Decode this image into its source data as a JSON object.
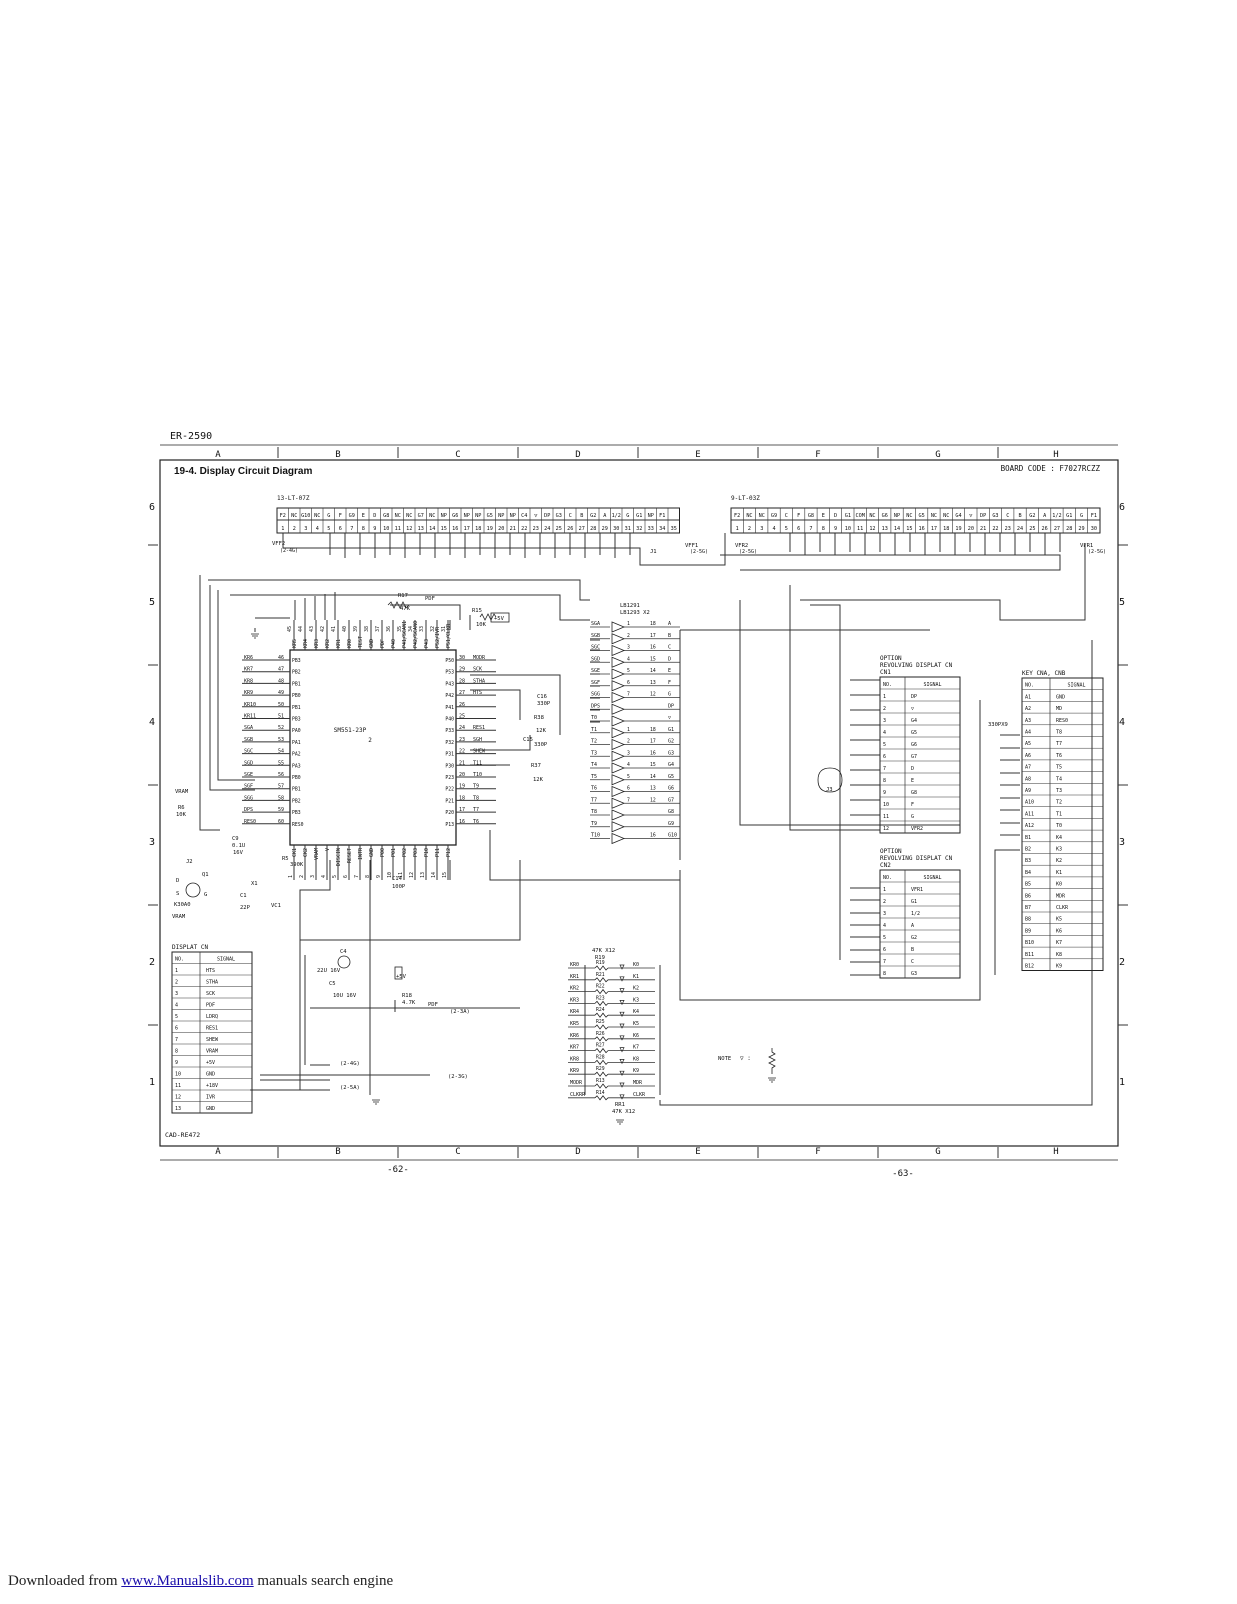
{
  "doc": {
    "model": "ER-2590",
    "title": "19-4. Display Circuit Diagram",
    "board_code": "BOARD CODE : F7027RCZZ",
    "cad_no": "CAD-RE472",
    "page_left": "-62-",
    "page_right": "-63-"
  },
  "grid": {
    "cols": [
      "A",
      "B",
      "C",
      "D",
      "E",
      "F",
      "G",
      "H"
    ],
    "rows": [
      "6",
      "5",
      "4",
      "3",
      "2",
      "1"
    ]
  },
  "vfd_left": {
    "label": "13-LT-07Z",
    "signals": [
      "F2",
      "NC",
      "G10",
      "NC",
      "G",
      "F",
      "G9",
      "E",
      "D",
      "G8",
      "NC",
      "NC",
      "G7",
      "NC",
      "NP",
      "G6",
      "NP",
      "NP",
      "G5",
      "NP",
      "NP",
      "C4",
      "▽",
      "DP",
      "G3",
      "C",
      "B",
      "G2",
      "A",
      "1/2",
      "G",
      "G1",
      "NP",
      "F1"
    ],
    "pins": [
      "1",
      "2",
      "3",
      "4",
      "5",
      "6",
      "7",
      "8",
      "9",
      "10",
      "11",
      "12",
      "13",
      "14",
      "15",
      "16",
      "17",
      "18",
      "19",
      "20",
      "21",
      "22",
      "23",
      "24",
      "25",
      "26",
      "27",
      "28",
      "29",
      "30",
      "31",
      "32",
      "33",
      "34",
      "35"
    ],
    "vff2": "VFF2",
    "vff2_ref": "(2-4G)",
    "vff1": "VFF1",
    "vff1_ref": "(2-5G)",
    "jumper": "J1"
  },
  "vfd_right": {
    "label": "9-LT-03Z",
    "signals": [
      "F2",
      "NC",
      "NC",
      "G9",
      "C",
      "F",
      "G8",
      "E",
      "D",
      "G1",
      "COM",
      "NC",
      "G6",
      "NP",
      "NC",
      "G5",
      "NC",
      "NC",
      "G4",
      "▽",
      "DP",
      "G3",
      "C",
      "B",
      "G2",
      "A",
      "1/2",
      "G1",
      "G",
      "F1"
    ],
    "pins": [
      "1",
      "2",
      "3",
      "4",
      "5",
      "6",
      "7",
      "8",
      "9",
      "10",
      "11",
      "12",
      "13",
      "14",
      "15",
      "16",
      "17",
      "18",
      "19",
      "20",
      "21",
      "22",
      "23",
      "24",
      "25",
      "26",
      "27",
      "28",
      "29",
      "30"
    ],
    "vfr2": "VFR2",
    "vfr2_ref": "(2-5G)",
    "vfr1": "VFR1",
    "vfr1_ref": "(2-5G)"
  },
  "ic": {
    "name": "SM551-23P",
    "ref": "2",
    "top_pins": [
      "KR5",
      "KR4",
      "KR3",
      "KR2",
      "KR1",
      "KR0",
      "TEST",
      "GND",
      "PDF",
      "P40",
      "P41/SCAN1",
      "P42/SCAN0",
      "P43",
      "P52/IVR",
      "P51/CLKR"
    ],
    "top_nums": [
      "45",
      "44",
      "43",
      "42",
      "41",
      "40",
      "39",
      "38",
      "37",
      "36",
      "35",
      "34",
      "33",
      "32",
      "31"
    ],
    "left_ext": [
      "KR6",
      "KR7",
      "KR8",
      "KR9",
      "KR10",
      "KR11",
      "SGA",
      "SGB",
      "SGC",
      "SGD",
      "SGE",
      "SGF",
      "SGG",
      "DPS",
      "RES0"
    ],
    "left_port": [
      "PB3",
      "PB2",
      "PB1",
      "PB0",
      "PB1",
      "PB3",
      "PA0",
      "PA1",
      "PA2",
      "PA3",
      "PB0",
      "PB1",
      "PB2",
      "PB3",
      "RES0"
    ],
    "left_nums": [
      "46",
      "47",
      "48",
      "49",
      "50",
      "51",
      "52",
      "53",
      "54",
      "55",
      "56",
      "57",
      "58",
      "59",
      "60"
    ],
    "right_port": [
      "P50",
      "P53",
      "P43",
      "P42",
      "P41",
      "P40",
      "P33",
      "P32",
      "P31",
      "P30",
      "P23",
      "P22",
      "P21",
      "P20",
      "P13"
    ],
    "right_nums": [
      "30",
      "29",
      "28",
      "27",
      "26",
      "25",
      "24",
      "23",
      "22",
      "21",
      "20",
      "19",
      "18",
      "17",
      "16"
    ],
    "right_ext": [
      "MODR",
      "SCK",
      "STHA",
      "HTS",
      "",
      "",
      "RES1",
      "SGH",
      "SHEW",
      "T11",
      "T10",
      "T9",
      "T8",
      "T7",
      "T6"
    ],
    "bottom_pins": [
      "CK1",
      "CK2",
      "VRAM",
      "V",
      "DISCIN",
      "RESET",
      "INTR",
      "GND",
      "P00",
      "P01",
      "P02",
      "P03",
      "P10",
      "P11",
      "P12"
    ],
    "bottom_nums": [
      "1",
      "2",
      "3",
      "4",
      "5",
      "6",
      "7",
      "8",
      "9",
      "10",
      "11",
      "12",
      "13",
      "14",
      "15"
    ]
  },
  "parts": {
    "r17": "R17",
    "r17_val": "47K",
    "r17_sig": "PDF",
    "r15": "R15",
    "r15_val": "10K",
    "plus5v": "+5V",
    "c16": "C16",
    "c16_val": "330P",
    "r38": "R38",
    "r38_val": "12K",
    "c15": "C15",
    "c15_val": "330P",
    "r37": "R37",
    "r37_val": "12K",
    "vram": "VRAM",
    "r6": "R6",
    "r6_val": "10K",
    "c9": "C9",
    "c9_val": "0.1U",
    "c9_v": "16V",
    "j2": "J2",
    "q1": "Q1",
    "q1_type": "K30A0",
    "q1_d": "D",
    "q1_s": "S",
    "q1_g": "G",
    "vram2": "VRAM",
    "x1": "X1",
    "c1": "C1",
    "c1_val": "22P",
    "vc1": "VC1",
    "r5": "R5",
    "r5_val": "390K",
    "c14": "C14",
    "c14_val": "100P",
    "c4": "C4",
    "c4_val": "22U 16V",
    "c5": "C5",
    "c5_val": "10U 16V",
    "plus5v_v": "+5V",
    "r18": "R18",
    "r18_val": "4.7K",
    "pdf_sig": "PDF",
    "ref_2_3a": "(2-3A)",
    "ref_2_4g": "(2-4G)",
    "ref_2_5a": "(2-5A)",
    "ref_2_3g": "(2-3G)",
    "jumper3": "J3"
  },
  "drivers": {
    "label1": "LB1291",
    "label2": "LB1293 X2",
    "inputs": [
      "SGA",
      "SGB",
      "SGC",
      "SGD",
      "SGE",
      "SGF",
      "SGG",
      "DPS",
      "T0",
      "T1",
      "T2",
      "T3",
      "T4",
      "T5",
      "T6",
      "T7",
      "T8",
      "T9",
      "T10"
    ],
    "outputs": [
      "A",
      "B",
      "C",
      "D",
      "E",
      "F",
      "G",
      "DP",
      "▽",
      "G1",
      "G2",
      "G3",
      "G4",
      "G5",
      "G6",
      "G7",
      "G8",
      "G9",
      "G10"
    ],
    "pins_in": [
      "1",
      "2",
      "3",
      "4",
      "5",
      "6",
      "7",
      "",
      "",
      "1",
      "2",
      "3",
      "4",
      "5",
      "6",
      "7",
      "",
      "",
      ""
    ],
    "pins_out": [
      "18",
      "17",
      "16",
      "15",
      "14",
      "13",
      "12",
      "",
      "",
      "18",
      "17",
      "16",
      "15",
      "14",
      "13",
      "12",
      "",
      "",
      "16"
    ]
  },
  "resistors": {
    "header": "47K X12",
    "header_ref": "R19",
    "footer": "47K X12",
    "footer_ref": "RR1",
    "left": [
      "KR0",
      "KR1",
      "KR2",
      "KR3",
      "KR4",
      "KR5",
      "KR6",
      "KR7",
      "KR8",
      "KR9",
      "MODR",
      "CLKRR"
    ],
    "refs": [
      "R19",
      "R21",
      "R22",
      "R23",
      "R24",
      "R25",
      "R26",
      "R27",
      "R28",
      "R29",
      "R13",
      "R14"
    ],
    "right": [
      "K0",
      "K1",
      "K2",
      "K3",
      "K4",
      "K5",
      "K6",
      "K7",
      "K8",
      "K9",
      "MDR",
      "CLKR"
    ]
  },
  "note": "NOTE",
  "note_sym": "▽ :",
  "display_cn": {
    "title": "DISPLAT CN",
    "head_no": "NO.",
    "head_sig": "SIGNAL",
    "rows": [
      [
        "1",
        "HTS"
      ],
      [
        "2",
        "STHA"
      ],
      [
        "3",
        "SCK"
      ],
      [
        "4",
        "PDF"
      ],
      [
        "5",
        "LDRQ"
      ],
      [
        "6",
        "RES1"
      ],
      [
        "7",
        "SHEW"
      ],
      [
        "8",
        "VRAM"
      ],
      [
        "9",
        "+5V"
      ],
      [
        "10",
        "GND"
      ],
      [
        "11",
        "+18V"
      ],
      [
        "12",
        "IVR"
      ],
      [
        "13",
        "GND"
      ]
    ]
  },
  "option_cn1": {
    "title1": "OPTION",
    "title2": "REVOLVING DISPLAT CN",
    "title3": "CN1",
    "head_no": "NO.",
    "head_sig": "SIGNAL",
    "rows": [
      [
        "1",
        "DP"
      ],
      [
        "2",
        "▽"
      ],
      [
        "3",
        "G4"
      ],
      [
        "4",
        "G5"
      ],
      [
        "5",
        "G6"
      ],
      [
        "6",
        "G7"
      ],
      [
        "7",
        "D"
      ],
      [
        "8",
        "E"
      ],
      [
        "9",
        "G8"
      ],
      [
        "10",
        "F"
      ],
      [
        "11",
        "G"
      ],
      [
        "12",
        "VFR2"
      ]
    ]
  },
  "option_cn2": {
    "title1": "OPTION",
    "title2": "REVOLVING DISPLAT CN",
    "title3": "CN2",
    "head_no": "NO.",
    "head_sig": "SIGNAL",
    "rows": [
      [
        "1",
        "VFR1"
      ],
      [
        "2",
        "G1"
      ],
      [
        "3",
        "1/2"
      ],
      [
        "4",
        "A"
      ],
      [
        "5",
        "G2"
      ],
      [
        "6",
        "B"
      ],
      [
        "7",
        "C"
      ],
      [
        "8",
        "G3"
      ]
    ]
  },
  "key_cn": {
    "title": "KEY CNA, CNB",
    "head_no": "NO.",
    "head_sig": "SIGNAL",
    "diode": "330PX9",
    "rows": [
      [
        "A1",
        "GND"
      ],
      [
        "A2",
        "MD"
      ],
      [
        "A3",
        "RES0"
      ],
      [
        "A4",
        "T8"
      ],
      [
        "A5",
        "T7"
      ],
      [
        "A6",
        "T6"
      ],
      [
        "A7",
        "T5"
      ],
      [
        "A8",
        "T4"
      ],
      [
        "A9",
        "T3"
      ],
      [
        "A10",
        "T2"
      ],
      [
        "A11",
        "T1"
      ],
      [
        "A12",
        "T0"
      ],
      [
        "B1",
        "K4"
      ],
      [
        "B2",
        "K3"
      ],
      [
        "B3",
        "K2"
      ],
      [
        "B4",
        "K1"
      ],
      [
        "B5",
        "K0"
      ],
      [
        "B6",
        "MDR"
      ],
      [
        "B7",
        "CLKR"
      ],
      [
        "B8",
        "K5"
      ],
      [
        "B9",
        "K6"
      ],
      [
        "B10",
        "K7"
      ],
      [
        "B11",
        "K8"
      ],
      [
        "B12",
        "K9"
      ]
    ]
  },
  "footer": {
    "prefix": "Downloaded from ",
    "link": "www.Manualslib.com",
    "suffix": " manuals search engine"
  }
}
